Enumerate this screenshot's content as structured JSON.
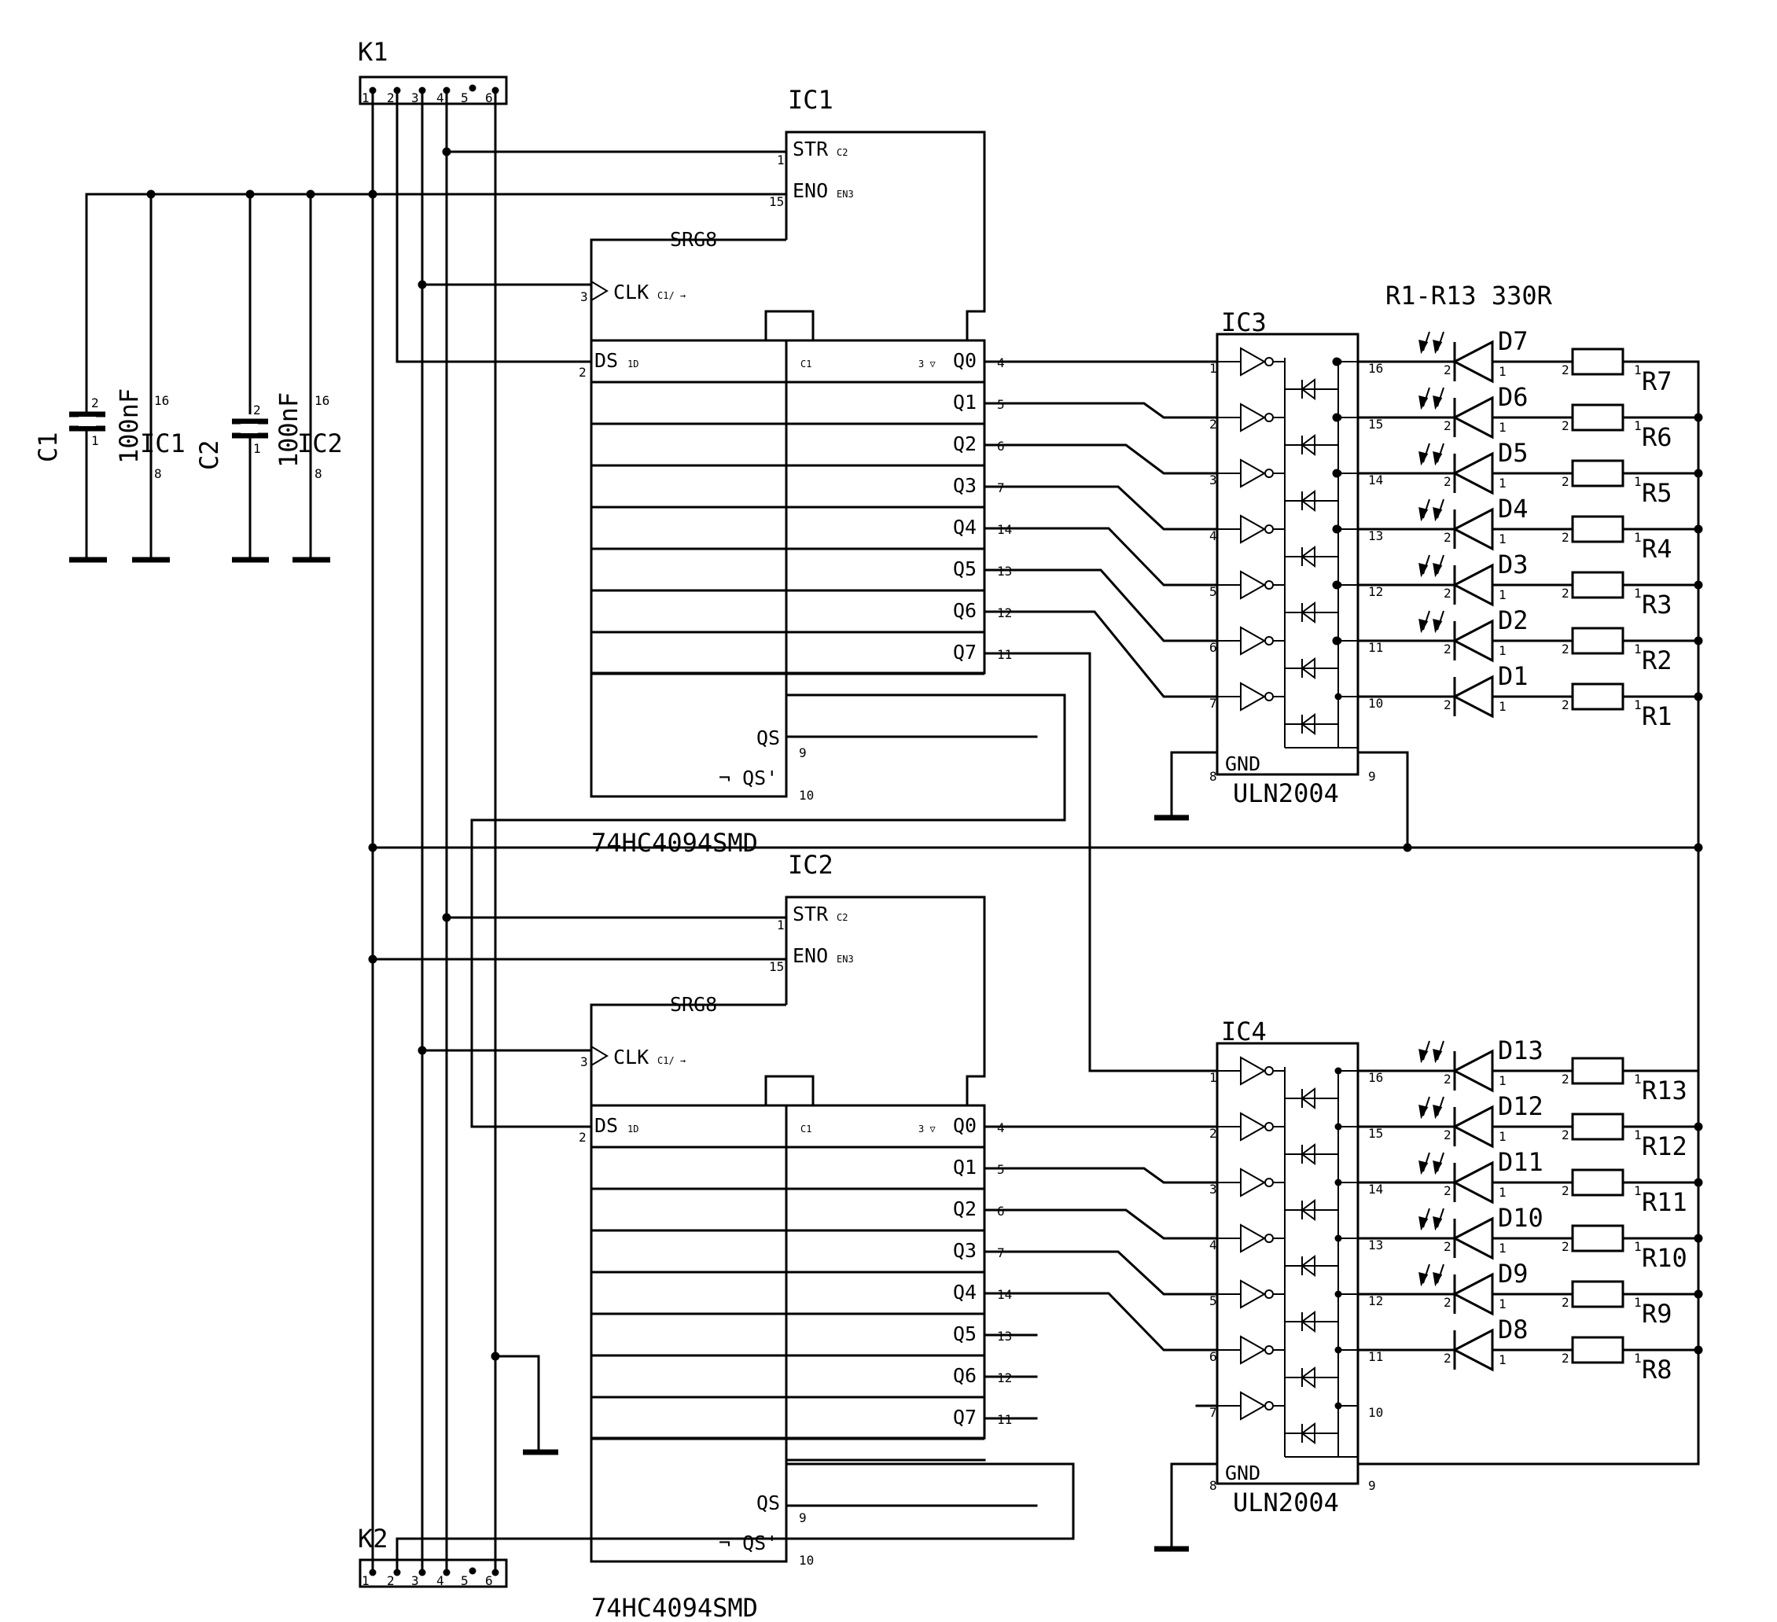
{
  "connectors": {
    "k1": {
      "name": "K1",
      "pins": [
        "1",
        "2",
        "3",
        "4",
        "5",
        "6"
      ]
    },
    "k2": {
      "name": "K2",
      "pins": [
        "1",
        "2",
        "3",
        "4",
        "5",
        "6"
      ]
    }
  },
  "caps": {
    "c1": {
      "name": "C1",
      "value": "100nF",
      "pin_top": "2",
      "pin_bot": "1"
    },
    "c2": {
      "name": "C2",
      "value": "100nF",
      "pin_top": "2",
      "pin_bot": "1"
    }
  },
  "power": {
    "ic1": {
      "name": "IC1",
      "pin_top": "16",
      "pin_bot": "8"
    },
    "ic2": {
      "name": "IC2",
      "pin_top": "16",
      "pin_bot": "8"
    }
  },
  "shift_registers": [
    {
      "name": "IC1",
      "part": "74HC4094SMD",
      "srg": "SRG8",
      "str": "STR",
      "str_sub": "C2",
      "eno": "ENO",
      "eno_sub": "EN3",
      "clk": "CLK",
      "clk_sub": "C1/ →",
      "ds": "DS",
      "ds_sub": "1D",
      "c1": "C1",
      "qhead": "3 ▽",
      "qs": "QS",
      "qsn": "¬ QS'",
      "outputs": [
        "Q0",
        "Q1",
        "Q2",
        "Q3",
        "Q4",
        "Q5",
        "Q6",
        "Q7"
      ],
      "pins": {
        "str": "1",
        "eno": "15",
        "clk": "3",
        "ds": "2",
        "q": [
          "4",
          "5",
          "6",
          "7",
          "14",
          "13",
          "12",
          "11"
        ],
        "qs": "9",
        "qsn": "10"
      }
    },
    {
      "name": "IC2",
      "part": "74HC4094SMD",
      "srg": "SRG8",
      "str": "STR",
      "str_sub": "C2",
      "eno": "ENO",
      "eno_sub": "EN3",
      "clk": "CLK",
      "clk_sub": "C1/ →",
      "ds": "DS",
      "ds_sub": "1D",
      "c1": "C1",
      "qhead": "3 ▽",
      "qs": "QS",
      "qsn": "¬ QS'",
      "outputs": [
        "Q0",
        "Q1",
        "Q2",
        "Q3",
        "Q4",
        "Q5",
        "Q6",
        "Q7"
      ],
      "pins": {
        "str": "1",
        "eno": "15",
        "clk": "3",
        "ds": "2",
        "q": [
          "4",
          "5",
          "6",
          "7",
          "14",
          "13",
          "12",
          "11"
        ],
        "qs": "9",
        "qsn": "10"
      }
    }
  ],
  "drivers": [
    {
      "name": "IC3",
      "part": "ULN2004",
      "gnd": "GND",
      "gnd_pin": "8",
      "com_pin": "9",
      "in_pins": [
        "1",
        "2",
        "3",
        "4",
        "5",
        "6",
        "7"
      ],
      "out_pins": [
        "16",
        "15",
        "14",
        "13",
        "12",
        "11",
        "10"
      ]
    },
    {
      "name": "IC4",
      "part": "ULN2004",
      "gnd": "GND",
      "gnd_pin": "8",
      "com_pin": "9",
      "in_pins": [
        "1",
        "2",
        "3",
        "4",
        "5",
        "6",
        "7"
      ],
      "out_pins": [
        "16",
        "15",
        "14",
        "13",
        "12",
        "11",
        "10"
      ]
    }
  ],
  "resistor_note": "R1-R13 330R",
  "leds_top": [
    {
      "led": "D7",
      "res": "R7"
    },
    {
      "led": "D6",
      "res": "R6"
    },
    {
      "led": "D5",
      "res": "R5"
    },
    {
      "led": "D4",
      "res": "R4"
    },
    {
      "led": "D3",
      "res": "R3"
    },
    {
      "led": "D2",
      "res": "R2"
    },
    {
      "led": "D1",
      "res": "R1"
    }
  ],
  "leds_bot": [
    {
      "led": "D13",
      "res": "R13"
    },
    {
      "led": "D12",
      "res": "R12"
    },
    {
      "led": "D11",
      "res": "R11"
    },
    {
      "led": "D10",
      "res": "R10"
    },
    {
      "led": "D9",
      "res": "R9"
    },
    {
      "led": "D8",
      "res": "R8"
    }
  ],
  "led_pins": {
    "anode": "2",
    "cathode": "1"
  },
  "res_pins": {
    "a": "2",
    "b": "1"
  }
}
